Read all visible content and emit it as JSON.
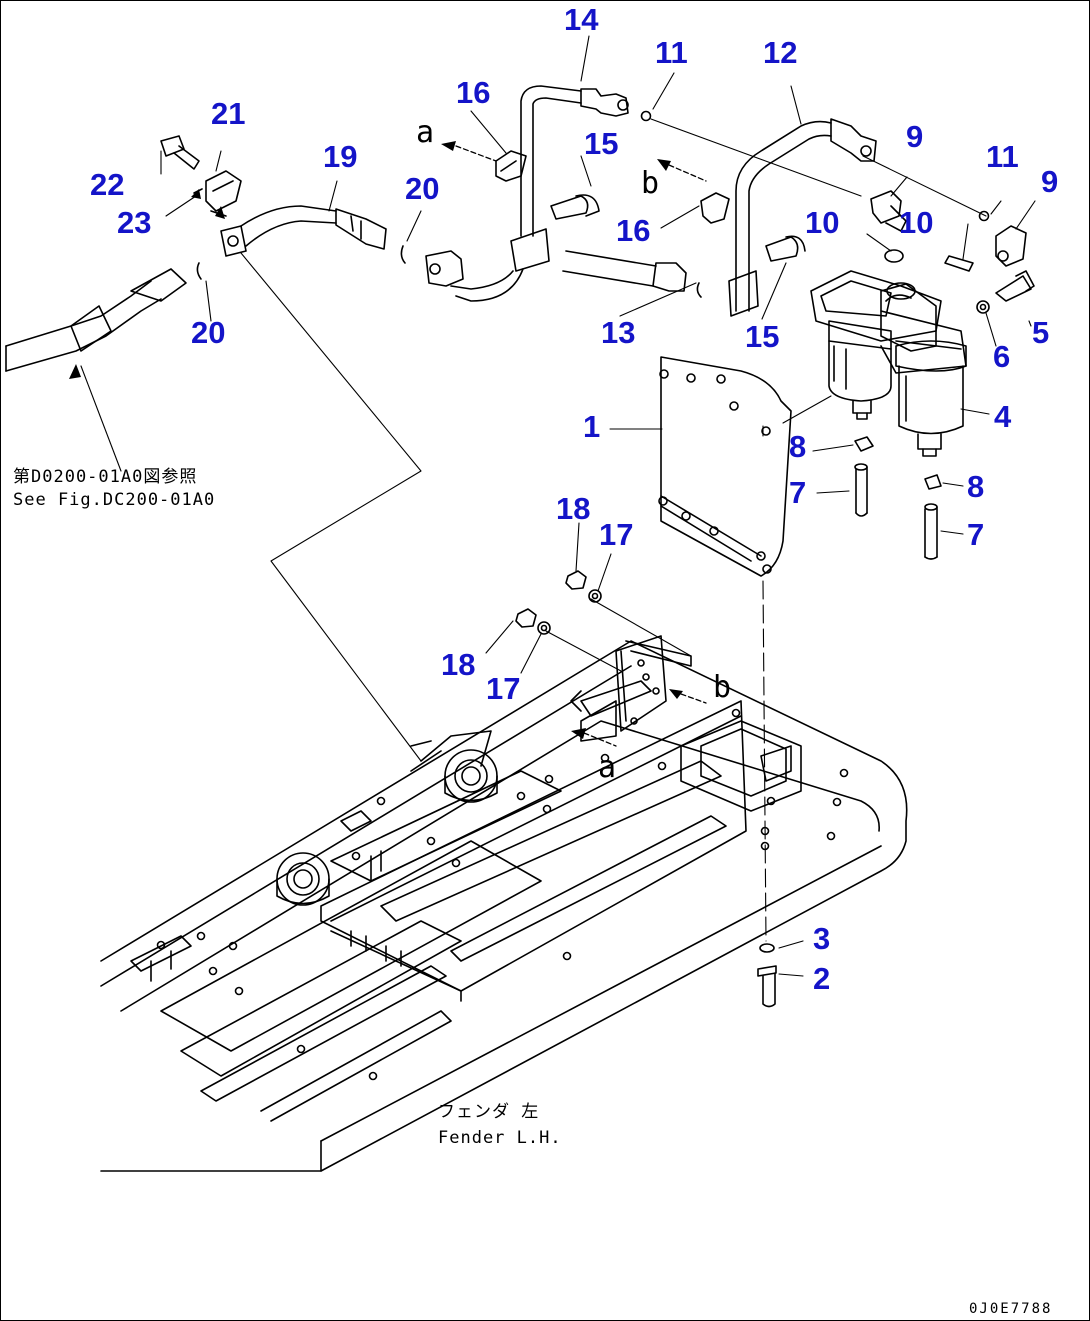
{
  "callouts": [
    {
      "id": "p1",
      "label": "1"
    },
    {
      "id": "p2",
      "label": "2"
    },
    {
      "id": "p3",
      "label": "3"
    },
    {
      "id": "p4",
      "label": "4"
    },
    {
      "id": "p5",
      "label": "5"
    },
    {
      "id": "p6",
      "label": "6"
    },
    {
      "id": "p7a",
      "label": "7"
    },
    {
      "id": "p7b",
      "label": "7"
    },
    {
      "id": "p8a",
      "label": "8"
    },
    {
      "id": "p8b",
      "label": "8"
    },
    {
      "id": "p9a",
      "label": "9"
    },
    {
      "id": "p9b",
      "label": "9"
    },
    {
      "id": "p10a",
      "label": "10"
    },
    {
      "id": "p10b",
      "label": "10"
    },
    {
      "id": "p11a",
      "label": "11"
    },
    {
      "id": "p11b",
      "label": "11"
    },
    {
      "id": "p12",
      "label": "12"
    },
    {
      "id": "p13",
      "label": "13"
    },
    {
      "id": "p14",
      "label": "14"
    },
    {
      "id": "p15a",
      "label": "15"
    },
    {
      "id": "p15b",
      "label": "15"
    },
    {
      "id": "p16a",
      "label": "16"
    },
    {
      "id": "p16b",
      "label": "16"
    },
    {
      "id": "p17a",
      "label": "17"
    },
    {
      "id": "p17b",
      "label": "17"
    },
    {
      "id": "p18a",
      "label": "18"
    },
    {
      "id": "p18b",
      "label": "18"
    },
    {
      "id": "p19",
      "label": "19"
    },
    {
      "id": "p20a",
      "label": "20"
    },
    {
      "id": "p20b",
      "label": "20"
    },
    {
      "id": "p21",
      "label": "21"
    },
    {
      "id": "p22",
      "label": "22"
    },
    {
      "id": "p23",
      "label": "23"
    }
  ],
  "reference": {
    "jp": "第D0200-01A0図参照",
    "en": "See Fig.DC200-01A0"
  },
  "fender": {
    "jp": "フェンダ 左",
    "en": "Fender L.H."
  },
  "arrows": {
    "a": "a",
    "b": "b"
  },
  "drawing_code": "0J0E7788",
  "colors": {
    "callout": "#1414c8",
    "line": "#000000"
  }
}
